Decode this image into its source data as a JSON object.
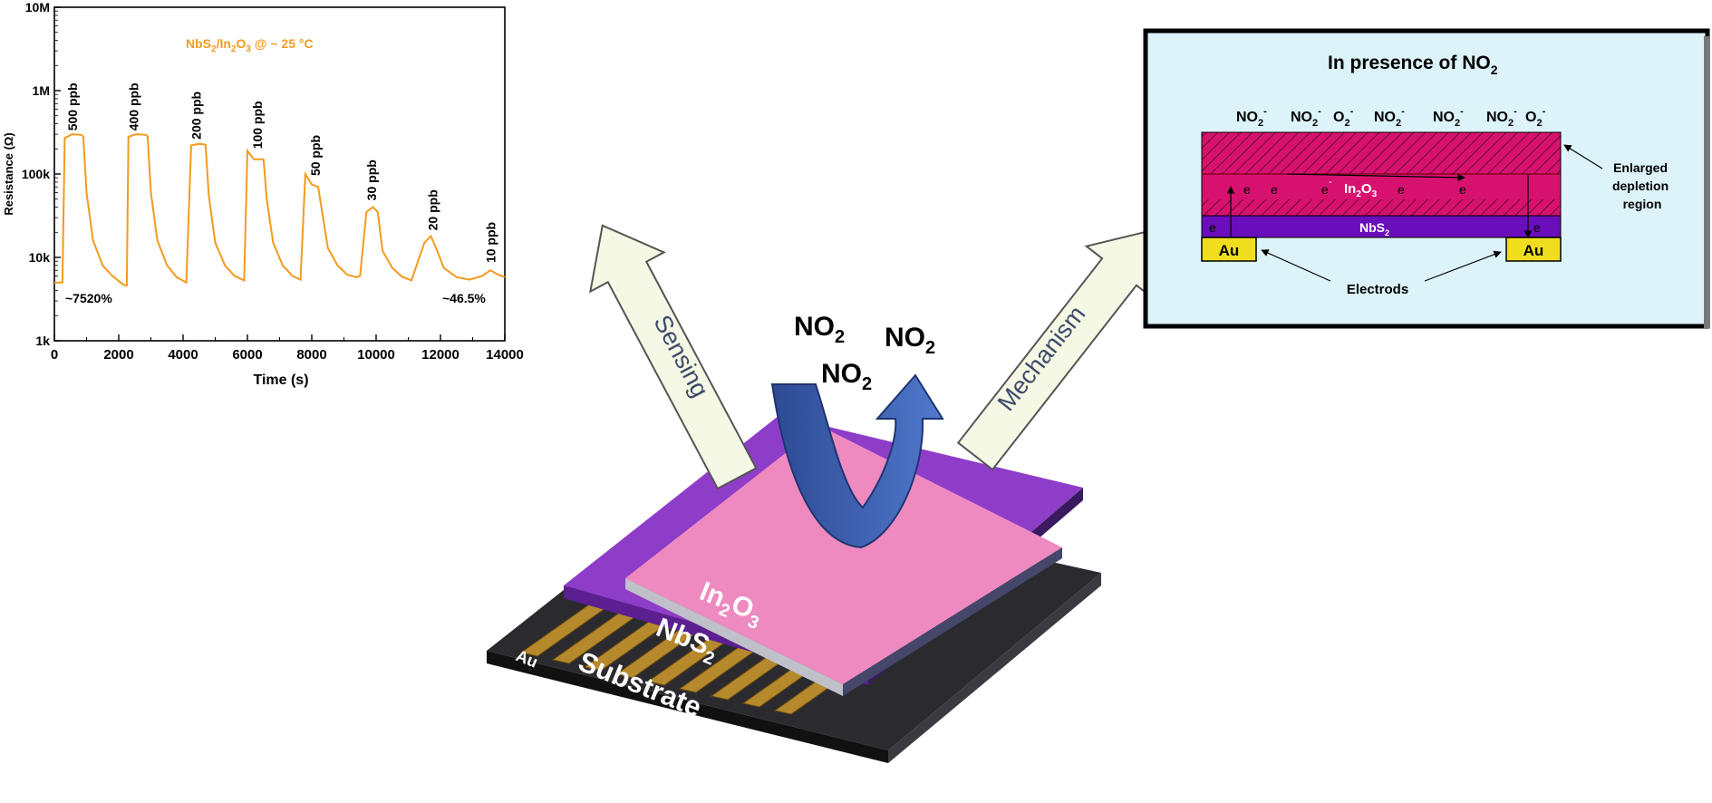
{
  "colors": {
    "series": "#F39A1E",
    "in2o3": "#EE87C0",
    "nbs2": "#8E3DC9",
    "arrow": "#F5F8E4",
    "loop": "#3C5FAE",
    "panel_bg": "#DDF3FA",
    "in2o3_layer": "#D7126E",
    "nbs2_layer": "#6A0DBB",
    "au": "#F0DE1E"
  },
  "chart_data": {
    "type": "line",
    "title": "NbS2/In2O3 @ ~ 25 °C",
    "title_parts": {
      "a": "NbS",
      "b": "2",
      "c": "/In",
      "d": "2",
      "e": "O",
      "f": "3",
      "g": " @ ~ 25 °C"
    },
    "xlabel": "Time (s)",
    "ylabel": "Resistance (Ω)",
    "xlim": [
      0,
      14000
    ],
    "ylim": [
      1000,
      10000000
    ],
    "yscale": "log",
    "x_ticks": [
      0,
      2000,
      4000,
      6000,
      8000,
      10000,
      12000,
      14000
    ],
    "x_tick_labels": [
      "0",
      "2000",
      "4000",
      "6000",
      "8000",
      "10000",
      "12000",
      "14000"
    ],
    "y_ticks": [
      1000,
      10000,
      100000,
      1000000,
      10000000
    ],
    "y_tick_labels": [
      "1k",
      "10k",
      "100k",
      "1M",
      "10M"
    ],
    "series": [
      {
        "points": [
          [
            0,
            5000
          ],
          [
            250,
            5000
          ],
          [
            320,
            270000
          ],
          [
            550,
            300000
          ],
          [
            850,
            295000
          ],
          [
            900,
            280000
          ],
          [
            1000,
            60000
          ],
          [
            1200,
            16000
          ],
          [
            1500,
            8000
          ],
          [
            1800,
            6000
          ],
          [
            2150,
            4700
          ],
          [
            2250,
            4600
          ],
          [
            2300,
            280000
          ],
          [
            2550,
            300000
          ],
          [
            2850,
            295000
          ],
          [
            2900,
            280000
          ],
          [
            3000,
            60000
          ],
          [
            3200,
            16000
          ],
          [
            3500,
            8000
          ],
          [
            3800,
            5800
          ],
          [
            4100,
            5000
          ],
          [
            4250,
            220000
          ],
          [
            4500,
            230000
          ],
          [
            4700,
            225000
          ],
          [
            4800,
            55000
          ],
          [
            5000,
            15000
          ],
          [
            5300,
            8000
          ],
          [
            5600,
            6000
          ],
          [
            5900,
            5300
          ],
          [
            6000,
            190000
          ],
          [
            6200,
            150000
          ],
          [
            6500,
            150000
          ],
          [
            6600,
            50000
          ],
          [
            6800,
            15000
          ],
          [
            7100,
            8000
          ],
          [
            7400,
            6000
          ],
          [
            7650,
            5400
          ],
          [
            7800,
            100000
          ],
          [
            8000,
            75000
          ],
          [
            8200,
            70000
          ],
          [
            8300,
            40000
          ],
          [
            8500,
            13000
          ],
          [
            8800,
            8000
          ],
          [
            9100,
            6200
          ],
          [
            9400,
            5800
          ],
          [
            9500,
            6000
          ],
          [
            9700,
            35000
          ],
          [
            9900,
            40000
          ],
          [
            10050,
            35000
          ],
          [
            10200,
            12000
          ],
          [
            10500,
            7500
          ],
          [
            10800,
            5900
          ],
          [
            11100,
            5300
          ],
          [
            11300,
            9000
          ],
          [
            11500,
            15000
          ],
          [
            11700,
            18000
          ],
          [
            11900,
            12000
          ],
          [
            12100,
            7500
          ],
          [
            12500,
            5800
          ],
          [
            12900,
            5400
          ],
          [
            13300,
            6000
          ],
          [
            13550,
            7000
          ],
          [
            13800,
            6200
          ],
          [
            14000,
            5800
          ]
        ]
      }
    ],
    "annotations": [
      {
        "text": "500 ppb",
        "x": 700,
        "y": 330000
      },
      {
        "text": "400 ppb",
        "x": 2600,
        "y": 330000
      },
      {
        "text": "200 ppb",
        "x": 4550,
        "y": 260000
      },
      {
        "text": "100 ppb",
        "x": 6450,
        "y": 200000
      },
      {
        "text": "50 ppb",
        "x": 8250,
        "y": 95000
      },
      {
        "text": "30 ppb",
        "x": 10000,
        "y": 48000
      },
      {
        "text": "20 ppb",
        "x": 11900,
        "y": 21000
      },
      {
        "text": "10 ppb",
        "x": 13700,
        "y": 8600
      }
    ],
    "response_left": "~7520%",
    "response_right": "~46.5%"
  },
  "labels": {
    "sensing": "Sensing",
    "mechanism": "Mechanism",
    "no2_left": "NO",
    "no2_right": "NO",
    "no2_center": "NO",
    "sub2": "2",
    "in2o3_in": "In",
    "in2o3_2": "2",
    "in2o3_o": "O",
    "in2o3_3": "3",
    "nbs2_nb": "NbS",
    "nbs2_2": "2",
    "au": "Au",
    "substrate": "Substrate"
  },
  "mechanism_panel": {
    "title_main": "In presence of NO",
    "title_sub": "2",
    "ions": [
      {
        "base": "NO",
        "sub": "2",
        "sup": "-"
      },
      {
        "base": "NO",
        "sub": "2",
        "sup": "-"
      },
      {
        "base": "O",
        "sub": "2",
        "sup": "-"
      },
      {
        "base": "NO",
        "sub": "2",
        "sup": "-"
      },
      {
        "base": "NO",
        "sub": "2",
        "sup": "-"
      },
      {
        "base": "NO",
        "sub": "2",
        "sup": "-"
      },
      {
        "base": "O",
        "sub": "2",
        "sup": "-"
      }
    ],
    "in2o3_label": {
      "base": "In",
      "s1": "2",
      "mid": "O",
      "s2": "3"
    },
    "nbs2_label": {
      "base": "NbS",
      "s1": "2"
    },
    "electron": "e",
    "electron_minus": "-",
    "au_left": "Au",
    "au_right": "Au",
    "depletion_label": [
      "Enlarged",
      "depletion",
      "region"
    ],
    "electrodes_label": "Electrods"
  }
}
